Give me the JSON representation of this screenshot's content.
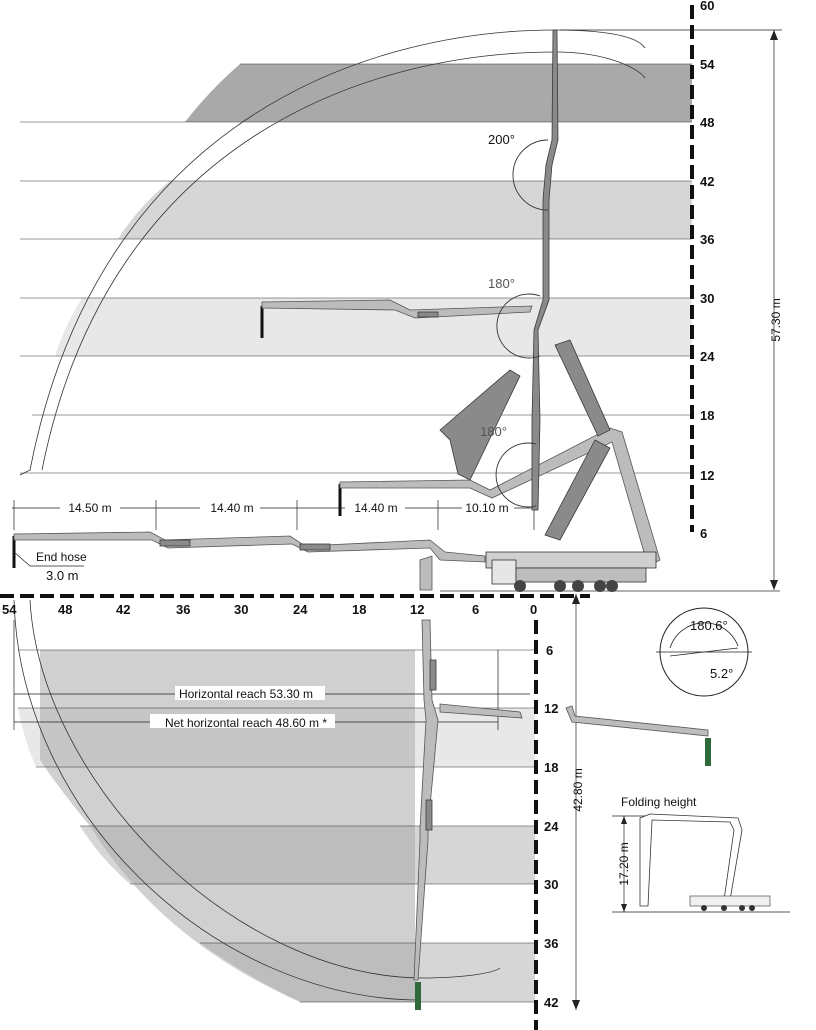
{
  "axis_top_right": [
    "60",
    "54",
    "48",
    "42",
    "36",
    "30",
    "24",
    "18",
    "12",
    "6"
  ],
  "axis_horizontal": [
    "54",
    "48",
    "42",
    "36",
    "30",
    "24",
    "18",
    "12",
    "6",
    "0"
  ],
  "axis_bottom_right": [
    "6",
    "12",
    "18",
    "24",
    "30",
    "36",
    "42"
  ],
  "dimensions": {
    "seg1": "14.50 m",
    "seg2": "14.40 m",
    "seg3": "14.40 m",
    "seg4": "10.10 m",
    "total_height": "57.30 m",
    "depth": "42.80 m",
    "horizontal_reach": "Horizontal reach 53.30 m",
    "net_horizontal_reach": "Net horizontal reach 48.60 m *",
    "end_hose_label": "End hose",
    "end_hose_value": "3.0 m",
    "folding_height_label": "Folding height",
    "folding_height_value": "17.20 m"
  },
  "angles": {
    "a200": "200°",
    "a180_upper": "180°",
    "a180_lower": "180°",
    "slew": "180.6°",
    "tilt": "5.2°"
  },
  "colors": {
    "band_dark": "#a9a9a9",
    "band_mid": "#d4d4d4",
    "band_light": "#e8e8e8",
    "boom": "#8a8a8a",
    "hose_green": "#2f6b3a"
  }
}
